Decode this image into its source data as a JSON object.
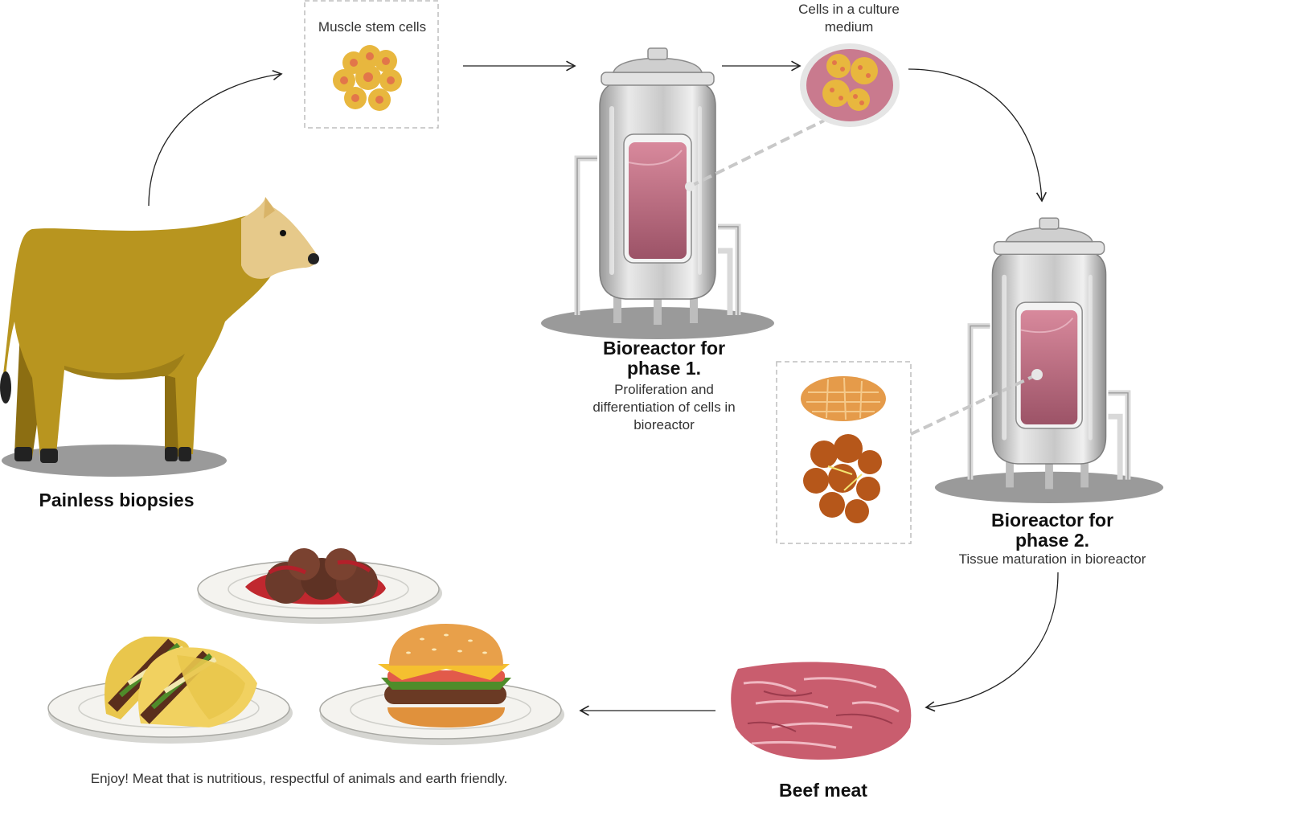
{
  "colors": {
    "cow": "#B8951F",
    "cow_dark": "#8C6E12",
    "cow_light": "#E6C98A",
    "cells": "#E8B73E",
    "cells_nucleus": "#E2764A",
    "medium": "#C97A8E",
    "steel_light": "#E4E4E4",
    "steel_mid": "#B5B5B5",
    "steel_dark": "#8A8A8A",
    "shadow": "#9A9A9A",
    "tissue": "#E59B4A",
    "tissue_dark": "#B6571A",
    "beef": "#C95D6E",
    "arrow": "#222222"
  },
  "labels": {
    "biopsy": "Painless biopsies",
    "stem_cells": "Muscle stem cells",
    "culture_line1": "Cells in a culture",
    "culture_line2": "medium",
    "phase1_title_line1": "Bioreactor for",
    "phase1_title_line2": "phase 1.",
    "phase1_desc_line1": "Proliferation and",
    "phase1_desc_line2": "differentiation of cells in",
    "phase1_desc_line3": "bioreactor",
    "phase2_title_line1": "Bioreactor for",
    "phase2_title_line2": "phase 2.",
    "phase2_desc": "Tissue maturation in bioreactor",
    "beef": "Beef meat",
    "enjoy": "Enjoy! Meat that is nutritious, respectful of animals and earth friendly."
  },
  "icons": [
    "cow-icon",
    "stem-cells-icon",
    "bioreactor-icon",
    "culture-dish-icon",
    "muscle-tissue-icon",
    "ground-beef-icon",
    "meatballs-plate-icon",
    "tacos-plate-icon",
    "burger-plate-icon",
    "flow-arrow-icon"
  ]
}
